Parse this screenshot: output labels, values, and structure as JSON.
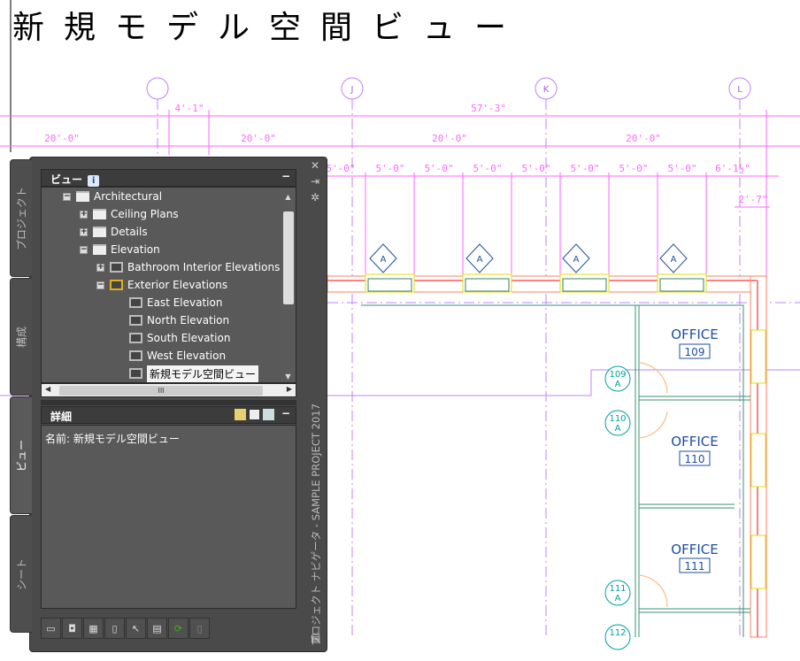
{
  "drawing": {
    "title": "新規モデル空間ビュー",
    "grid_bubbles": [
      "",
      "J",
      "K",
      "L"
    ],
    "dims_top": [
      {
        "label": "4'-1\""
      },
      {
        "label": "57'-3\""
      }
    ],
    "dims_mid": [
      "20'-0\"",
      "20'-0\"",
      "20'-0\"",
      "20'-0\""
    ],
    "dims_low": [
      "5'-0\"",
      "5'-0\"",
      "5'-0\"",
      "5'-0\"",
      "5'-0\"",
      "5'-0\"",
      "5'-0\"",
      "5'-0\"",
      "6'-1½\""
    ],
    "dim_side": "2'-7\"",
    "window_tag": "A",
    "rooms": [
      {
        "name": "OFFICE",
        "number": "109"
      },
      {
        "name": "OFFICE",
        "number": "110"
      },
      {
        "name": "OFFICE",
        "number": "111"
      }
    ],
    "door_tags": [
      {
        "num": "109",
        "sub": "A"
      },
      {
        "num": "110",
        "sub": "A"
      },
      {
        "num": "111",
        "sub": "A"
      },
      {
        "num": "112",
        "sub": ""
      }
    ]
  },
  "palette": {
    "tabs": [
      "プロジェクト",
      "構成",
      "ビュー",
      "シート"
    ],
    "active_tab": "ビュー",
    "views_header": "ビュー",
    "tree": [
      {
        "label": "Architectural",
        "level": 0,
        "expander": "−",
        "icon": "open-folder"
      },
      {
        "label": "Ceiling Plans",
        "level": 1,
        "expander": "+",
        "icon": "folder"
      },
      {
        "label": "Details",
        "level": 1,
        "expander": "+",
        "icon": "folder"
      },
      {
        "label": "Elevation",
        "level": 1,
        "expander": "−",
        "icon": "open-folder"
      },
      {
        "label": "Bathroom Interior Elevations",
        "level": 2,
        "expander": "+",
        "icon": "elevation-group"
      },
      {
        "label": "Exterior Elevations",
        "level": 2,
        "expander": "−",
        "icon": "elevation-group-locked"
      },
      {
        "label": "East Elevation",
        "level": 3,
        "icon": "view"
      },
      {
        "label": "North Elevation",
        "level": 3,
        "icon": "view"
      },
      {
        "label": "South Elevation",
        "level": 3,
        "icon": "view"
      },
      {
        "label": "West Elevation",
        "level": 3,
        "icon": "view"
      },
      {
        "label": "新規モデル空間ビュー",
        "level": 3,
        "icon": "view",
        "selected": true
      }
    ],
    "details_header": "詳細",
    "details_text": "名前: 新規モデル空間ビュー",
    "side_title": "プロジェクト ナビゲータ - SAMPLE PROJECT 2017",
    "scroll_grip": "III"
  }
}
